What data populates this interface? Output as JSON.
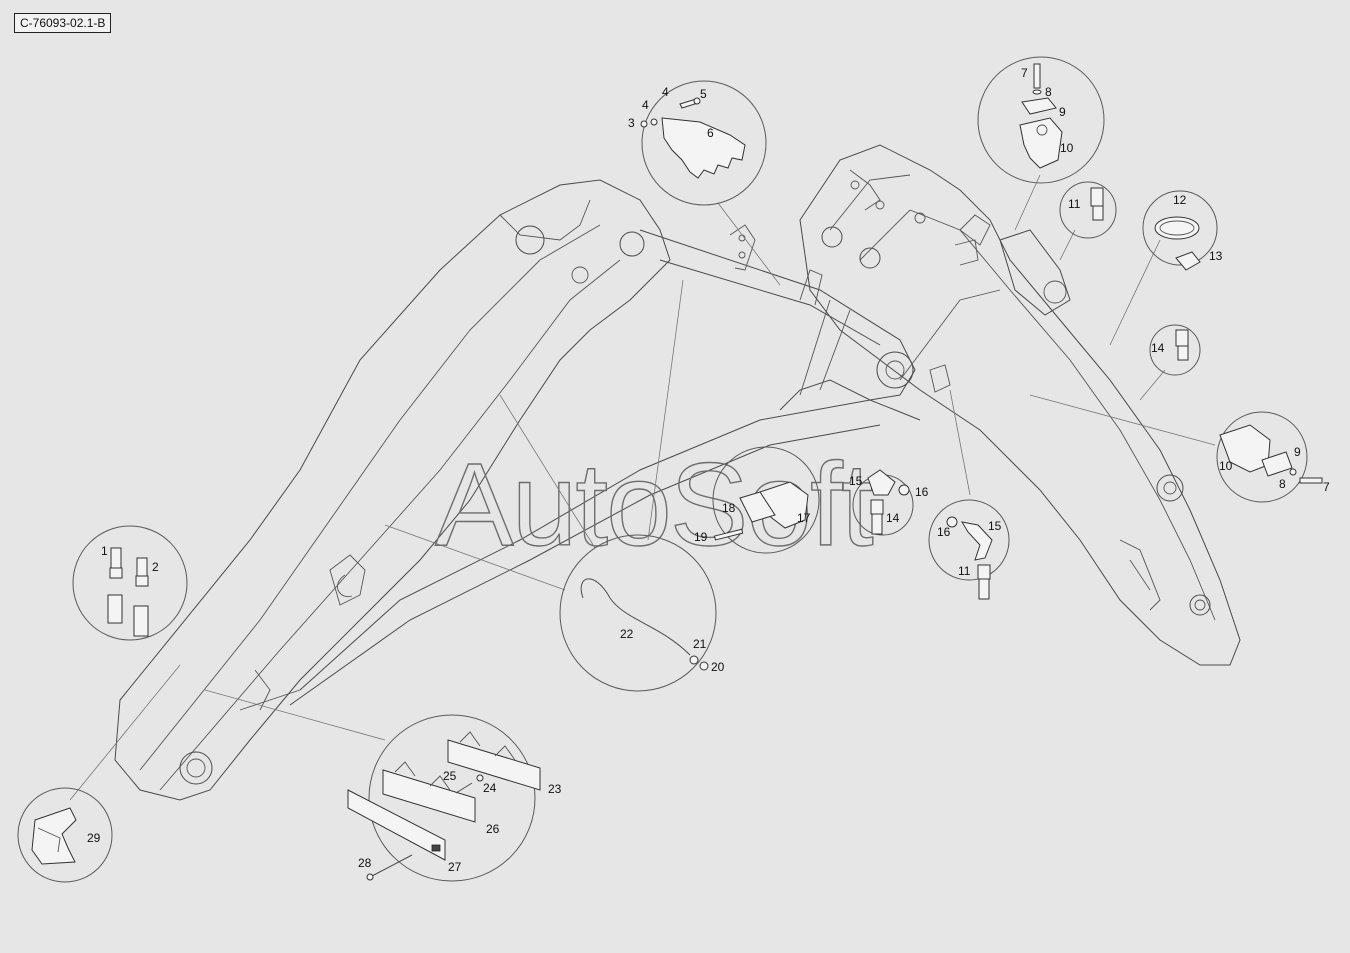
{
  "diagram": {
    "reference_code": "C-76093-02.1-B",
    "watermark": "AutoSoft",
    "callouts": {
      "c1": "1",
      "c2": "2",
      "c3": "3",
      "c4a": "4",
      "c4b": "4",
      "c5": "5",
      "c6": "6",
      "c7a": "7",
      "c8a": "8",
      "c9a": "9",
      "c10a": "10",
      "c11a": "11",
      "c12": "12",
      "c13": "13",
      "c14a": "14",
      "c10b": "10",
      "c9b": "9",
      "c8b": "8",
      "c7b": "7",
      "c15a": "15",
      "c16a": "16",
      "c14b": "14",
      "c18": "18",
      "c17": "17",
      "c19": "19",
      "c16b": "16",
      "c15b": "15",
      "c11b": "11",
      "c22": "22",
      "c21": "21",
      "c20": "20",
      "c25": "25",
      "c24": "24",
      "c23": "23",
      "c26": "26",
      "c27": "27",
      "c28": "28",
      "c29": "29"
    }
  }
}
